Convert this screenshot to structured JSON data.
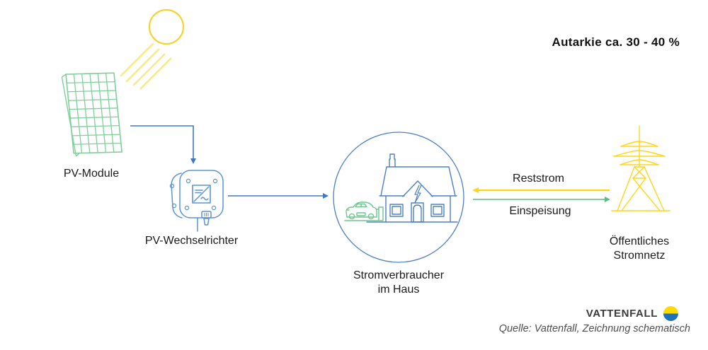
{
  "title": "Autarkie ca. 30 - 40 %",
  "nodes": {
    "pv_module": {
      "label": "PV-Module",
      "icon": "solar-panel-icon"
    },
    "inverter": {
      "label": "PV-Wechselrichter",
      "icon": "inverter-icon"
    },
    "house": {
      "label_line1": "Stromverbraucher",
      "label_line2": "im Haus",
      "icon": "house-with-ev-icon"
    },
    "grid": {
      "label_line1": "Öffentliches",
      "label_line2": "Stromnetz",
      "icon": "power-pylon-icon"
    }
  },
  "flows": {
    "pv_to_inverter": {
      "color": "#3d7ac4",
      "direction": "pv-module-to-inverter"
    },
    "inverter_to_house": {
      "color": "#3d7ac4",
      "direction": "inverter-to-house"
    },
    "reststrom": {
      "label": "Reststrom",
      "color": "#ffd51c",
      "direction": "grid-to-house"
    },
    "einspeisung": {
      "label": "Einspeisung",
      "color": "#5cba82",
      "direction": "house-to-grid"
    }
  },
  "colors": {
    "background": "#ffffff",
    "diagram_blue": "#4c80c3",
    "inverter_blue": "#5b93d3",
    "diagram_green": "#7fcf9a",
    "sun_yellow": "#f5d32e",
    "ray_yellow": "#f9e98e",
    "pylon_yellow": "#ffd51c",
    "text_black": "#1a1a1a"
  },
  "branding": {
    "wordmark": "VATTENFALL",
    "logo_top_color": "#ffda00",
    "logo_bottom_color": "#2071b5",
    "source_note": "Quelle: Vattenfall, Zeichnung schematisch"
  }
}
